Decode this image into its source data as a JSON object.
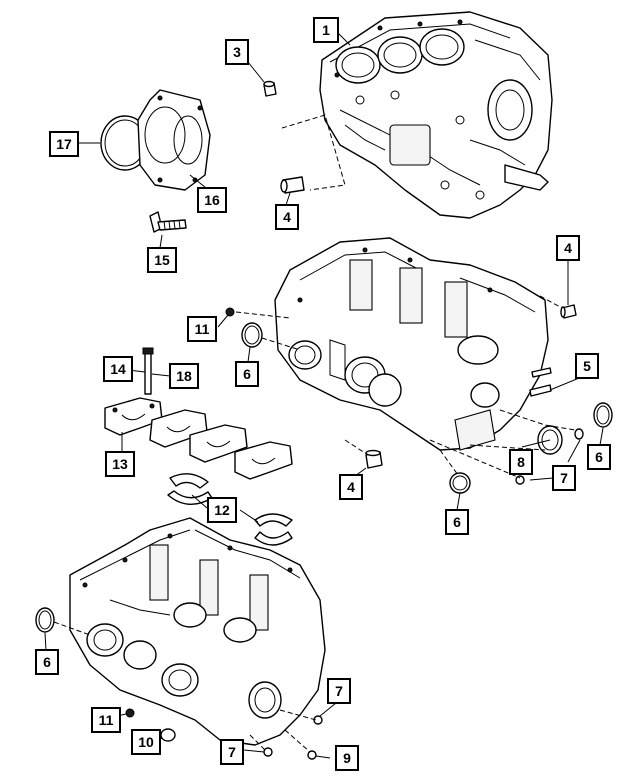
{
  "callouts": [
    {
      "id": "c1",
      "label": "1"
    },
    {
      "id": "c3",
      "label": "3"
    },
    {
      "id": "c17",
      "label": "17"
    },
    {
      "id": "c16",
      "label": "16"
    },
    {
      "id": "c4a",
      "label": "4"
    },
    {
      "id": "c15",
      "label": "15"
    },
    {
      "id": "c4b",
      "label": "4"
    },
    {
      "id": "c11a",
      "label": "11"
    },
    {
      "id": "c6a",
      "label": "6"
    },
    {
      "id": "c14",
      "label": "14"
    },
    {
      "id": "c18",
      "label": "18"
    },
    {
      "id": "c5",
      "label": "5"
    },
    {
      "id": "c13",
      "label": "13"
    },
    {
      "id": "c8",
      "label": "8"
    },
    {
      "id": "c6b",
      "label": "6"
    },
    {
      "id": "c7a",
      "label": "7"
    },
    {
      "id": "c4c",
      "label": "4"
    },
    {
      "id": "c6c",
      "label": "6"
    },
    {
      "id": "c12",
      "label": "12"
    },
    {
      "id": "c6d",
      "label": "6"
    },
    {
      "id": "c7b",
      "label": "7"
    },
    {
      "id": "c11b",
      "label": "11"
    },
    {
      "id": "c10",
      "label": "10"
    },
    {
      "id": "c7c",
      "label": "7"
    },
    {
      "id": "c9",
      "label": "9"
    }
  ]
}
